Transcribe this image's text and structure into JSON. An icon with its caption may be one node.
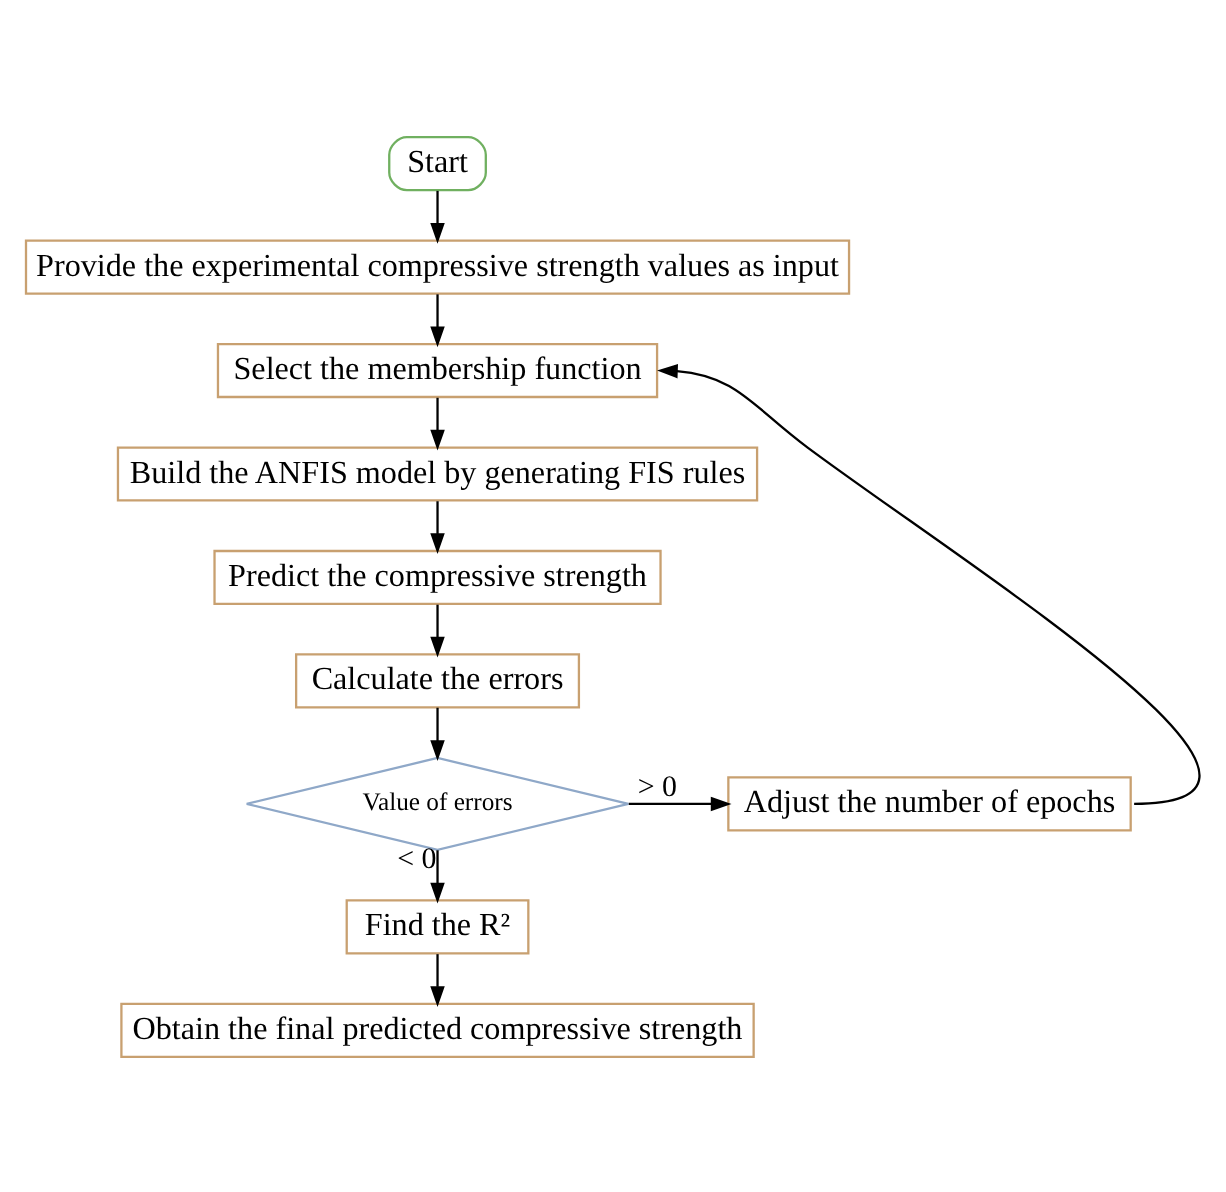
{
  "diagram": {
    "nodes": [
      {
        "text": [
          "Start"
        ]
      },
      {
        "text": [
          "Provide the experimental compressive strength values as input"
        ]
      },
      {
        "text": [
          "Select the membership function"
        ]
      },
      {
        "text": [
          "Build the ANFIS model by generating FIS rules"
        ]
      },
      {
        "text": [
          "Predict the compressive strength"
        ]
      },
      {
        "text": [
          "Calculate the errors"
        ]
      },
      {
        "text": [
          "Value of errors"
        ]
      },
      {
        "text": [
          "Adjust the number of epochs"
        ]
      },
      {
        "text": [
          "Find the R²"
        ]
      },
      {
        "text": [
          "Obtain the final predicted compressive strength"
        ]
      }
    ],
    "edges": [
      {
        "from": 0,
        "to": 1,
        "arrow": "to"
      },
      {
        "from": 1,
        "to": 2,
        "arrow": "to"
      },
      {
        "from": 2,
        "to": 3,
        "arrow": "to"
      },
      {
        "from": 3,
        "to": 4,
        "arrow": "to"
      },
      {
        "from": 4,
        "to": 5,
        "arrow": "to"
      },
      {
        "from": 5,
        "to": 6,
        "arrow": "to"
      },
      {
        "from": 6,
        "to": 7,
        "label": "> 0",
        "arrow": "to"
      },
      {
        "from": 6,
        "to": 8,
        "label": "< 0",
        "arrow": "to"
      },
      {
        "from": 8,
        "to": 9,
        "arrow": "to"
      },
      {
        "from": 7,
        "to": 2,
        "arrow": "to"
      }
    ]
  }
}
